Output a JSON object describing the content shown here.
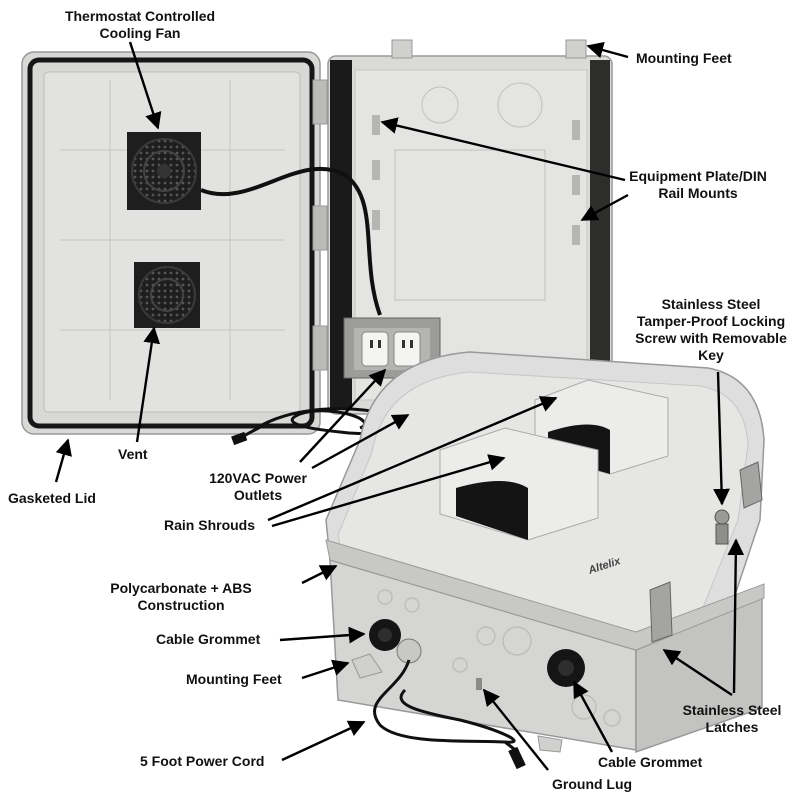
{
  "labels": {
    "thermostat_fan": "Thermostat Controlled\nCooling Fan",
    "mounting_feet_top": "Mounting Feet",
    "equipment_plate": "Equipment Plate/DIN\nRail Mounts",
    "stainless_screw": "Stainless Steel\nTamper-Proof Locking\nScrew with Removable\nKey",
    "vent": "Vent",
    "gasketed_lid": "Gasketed Lid",
    "power_outlets": "120VAC Power\nOutlets",
    "rain_shrouds": "Rain Shrouds",
    "construction": "Polycarbonate + ABS\nConstruction",
    "cable_grommet_left": "Cable Grommet",
    "mounting_feet_bottom": "Mounting Feet",
    "power_cord": "5 Foot Power Cord",
    "stainless_latches": "Stainless Steel\nLatches",
    "cable_grommet_right": "Cable Grommet",
    "ground_lug": "Ground Lug"
  },
  "brand_mark": "Altelix",
  "colors": {
    "enclosure": "#dcdcda",
    "enclosure_shade": "#bdbdbb",
    "gasket": "#161616",
    "fan": "#1e1e1e",
    "cord": "#101010"
  }
}
